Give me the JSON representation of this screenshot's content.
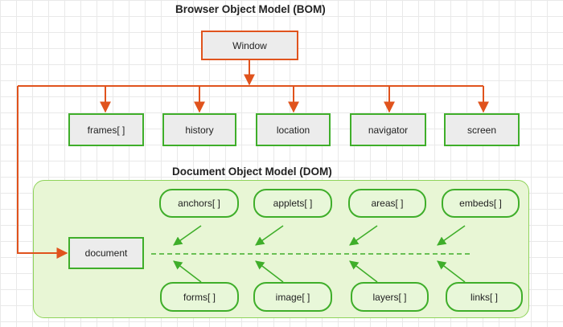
{
  "bom": {
    "title": "Browser Object Model (BOM)",
    "window_label": "Window",
    "children": [
      "frames[ ]",
      "history",
      "location",
      "navigator",
      "screen"
    ]
  },
  "dom": {
    "title": "Document Object Model (DOM)",
    "document_label": "document",
    "top_items": [
      "anchors[ ]",
      "applets[ ]",
      "areas[ ]",
      "embeds[ ]"
    ],
    "bottom_items": [
      "forms[ ]",
      "image[ ]",
      "layers[ ]",
      "links[ ]"
    ]
  },
  "colors": {
    "bom_stroke": "#e0531d",
    "dom_stroke": "#3fae2a",
    "dom_panel_fill": "#e8f6d5",
    "box_fill": "#ececec"
  }
}
